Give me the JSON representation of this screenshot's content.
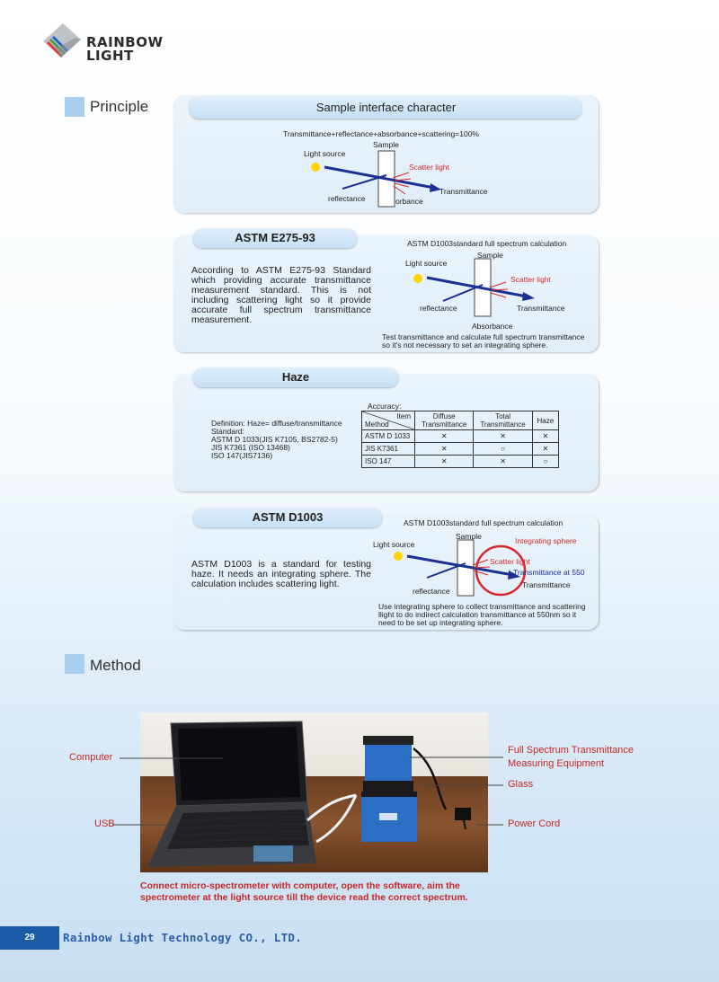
{
  "brand": {
    "line1": "RAINBOW",
    "line2": "LIGHT"
  },
  "sections": {
    "principle": "Principle",
    "method": "Method"
  },
  "panel1": {
    "title": "Sample interface character",
    "equation": "Transmittance+reflectance+absorbance+scattering=100%",
    "labels": {
      "sample": "Sample",
      "light_source": "Light source",
      "scatter": "Scatter light",
      "transmittance": "Transmittance",
      "reflectance": "reflectance",
      "absorbance": "orbance"
    }
  },
  "panel2": {
    "tab": "ASTM E275-93",
    "header": "ASTM D1003standard full spectrum calculation",
    "text": "According to ASTM E275-93 Standard which providing accurate transmittance measurement standard. This is not including scattering light so it provide accurate full spectrum transmittance measurement.",
    "labels": {
      "sample": "Sample",
      "light_source": "Light source",
      "scatter": "Scatter light",
      "transmittance": "Transmittance",
      "reflectance": "reflectance",
      "absorbance": "Absorbance"
    },
    "note1": "Test transmittance and calculate full spectrum transmittance",
    "note2": "so it's not necessary to set an integrating sphere."
  },
  "panel3": {
    "tab": "Haze",
    "def1": "Definition: Haze= diffuse/transmittance",
    "def2": "Standard:",
    "def3": "ASTM D 1033(JIS K7105, BS2782-5)",
    "def4": "JIS K7361 (ISO 13468)",
    "def5": "ISO 147(JIS7136)",
    "accuracy": "Accuracy:",
    "table": {
      "item": "Item",
      "method": "Method",
      "col1a": "Diffuse",
      "col1b": "Transmittance",
      "col2a": "Total",
      "col2b": "Transmittance",
      "col3": "Haze",
      "rows": [
        {
          "name": "ASTM D 1033",
          "c1": "✕",
          "c2": "✕",
          "c3": "✕"
        },
        {
          "name": "JIS K7361",
          "c1": "✕",
          "c2": "○",
          "c3": "✕"
        },
        {
          "name": "ISO 147",
          "c1": "✕",
          "c2": "✕",
          "c3": "○"
        }
      ]
    }
  },
  "panel4": {
    "tab": "ASTM D1003",
    "header": "ASTM D1003standard full spectrum calculation",
    "text": "ASTM D1003 is a standard for testing haze. It needs an integrating sphere. The calculation includes scattering light.",
    "labels": {
      "sample": "Sample",
      "light_source": "Light source",
      "sphere": "Integrating sphere",
      "scatter": "Scatter light",
      "trans550": "Transmittance at 550",
      "transmittance": "Transmittance",
      "reflectance": "reflectance"
    },
    "note1": "Use integrating sphere to collect transmittance and scattering",
    "note2": "llight to do indirect calculation transmittance at 550nm so it",
    "note3": "need to be set up integrating sphere."
  },
  "photo": {
    "computer": "Computer",
    "usb": "USB",
    "equipment1": "Full Spectrum Transmittance",
    "equipment2": "Measuring Equipment",
    "glass": "Glass",
    "power": "Power Cord",
    "caption1": "Connect micro-spectrometer with computer, open the software, aim the",
    "caption2": "spectrometer at the light source till the device read the correct spectrum."
  },
  "footer": {
    "page": "29",
    "company": "Rainbow Light Technology CO., LTD."
  },
  "colors": {
    "accent_blue": "#1b5aa6",
    "arrow_blue": "#1c2f92",
    "scatter_red": "#d8282a",
    "panel_bg": "#e4f0fa"
  }
}
